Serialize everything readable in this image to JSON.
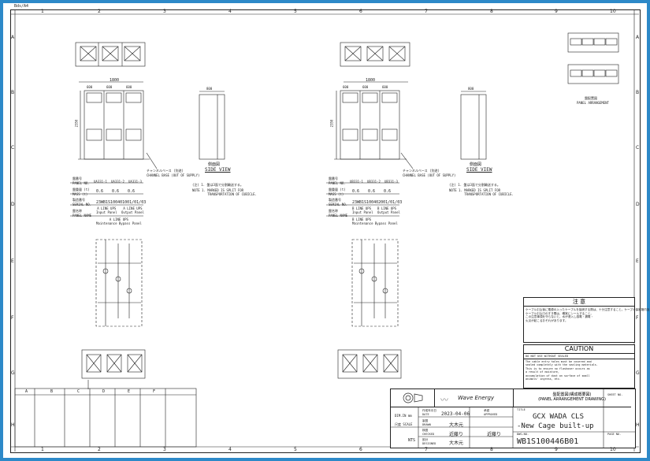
{
  "sheet": {
    "tl_label": "Bds/A4",
    "col_numbers": [
      "1",
      "2",
      "3",
      "4",
      "5",
      "6",
      "7",
      "8",
      "9",
      "10"
    ],
    "row_letters": [
      "A",
      "B",
      "C",
      "D",
      "E",
      "F",
      "G",
      "H"
    ]
  },
  "left": {
    "dim_total": "1800",
    "dim_parts": [
      "600",
      "600",
      "600"
    ],
    "height": "2350",
    "panel_no_label": "盤番号\nPANEL NO.",
    "panels": [
      "UA331-1",
      "UA331-2",
      "UA331-3"
    ],
    "mass_label": "盤重量 (t)\nMASS (t)",
    "mass": [
      "0.6",
      "0.6",
      "0.6"
    ],
    "serial_label": "製造番号\nSERIAL NO.",
    "serial": "23WB1S100401001/01/03",
    "name_label": "盤名称\nPANEL NAME",
    "names": [
      "A LINE UPS\nInput Panel",
      "A LINE UPS\nOutput Panel"
    ],
    "bypass": "A LINE UPS\nMaintenance Bypass Panel",
    "channel_base": "チャンネルベース (別途)\nCHANNEL BASE (OUT OF SUPPLY)"
  },
  "right": {
    "dim_total": "1800",
    "dim_parts": [
      "600",
      "600",
      "600"
    ],
    "height": "2350",
    "panel_no_label": "盤番号\nPANEL NO.",
    "panels": [
      "UB331-1",
      "UB331-2",
      "UB331-3"
    ],
    "mass_label": "盤重量 (t)\nMASS (t)",
    "mass": [
      "0.6",
      "0.6",
      "0.6"
    ],
    "serial_label": "製造番号\nSERIAL NO.",
    "serial": "23WB1S100402001/01/03",
    "name_label": "盤名称\nPANEL NAME",
    "names": [
      "B LINE UPS\nInput Panel",
      "B LINE UPS\nOutput Panel"
    ],
    "bypass": "B LINE UPS\nMaintenance Bypass Panel",
    "channel_base": "チャンネルベース (別途)\nCHANNEL BASE (OUT OF SUPPLY)"
  },
  "side_view": {
    "title_jp": "側面図",
    "title_en": "SIDE VIEW",
    "depth": "800",
    "note_left": "(注) 1. 盤は3面で分割輸送する。",
    "note_en": "NOTE 1. MARKED IS SPLIT FOR\n        TRANSPORTATION OF CUBICLE."
  },
  "arrangement": {
    "title_jp": "盤配置図",
    "title_en": "PANEL ARRANGEMENT"
  },
  "caution_jp": {
    "title": "注 意",
    "text": "ケーブル引込後に電源の入ったケーブルを接続する際は、十分注意すること。ケーブル保護管内及び\nケーブル引込口のすき間は、確実にシールすること。\nこの注意事項を守らないと、水が浸入し感電・漏電・\n火災が起こるおそれがあります。"
  },
  "caution_en": {
    "title": "CAUTION",
    "subtitle": "DO NOT USE WITHOUT SEALED",
    "text": "The cable entry holes must be covered and\nsealed completely with the sealing materials.\nThis is to ensure no flashover occurs as\na result of moisture,\naccumulation of dust on surface of small\nanimals' ingress, etc."
  },
  "title_block": {
    "company": "Wave Energy",
    "title_jp": "盤配置図(構成概要図)",
    "title_en": "(PANEL ARRANGEMENT DRAWING)",
    "dim_label": "DIM.IN mm",
    "scale_label": "尺度 SCALE",
    "scale": "NTS",
    "date_label": "作成年月日\nDATE",
    "date": "2023-04-06",
    "drawn_label": "製図\nDRAWN",
    "drawn": "大木元",
    "checked_label": "検図\nCHECKED",
    "checked": "近藤り",
    "designed_label": "設計\nDESIGNED",
    "designed": "大木元",
    "approved_label": "承認\nAPPROVED",
    "approved": "近藤り",
    "proj_title": "GCX WADA CLS",
    "proj_sub": "-New Cage built-up",
    "dwg_no_label": "DWG.NO.",
    "dwg_no": "WB1S100446B01",
    "title_label": "TITLE",
    "sheet_no_label": "SHEET NO.",
    "page_label": "PAGE NO."
  },
  "revisions": {
    "header": [
      "A",
      "B",
      "C",
      "D",
      "E",
      "F"
    ]
  }
}
